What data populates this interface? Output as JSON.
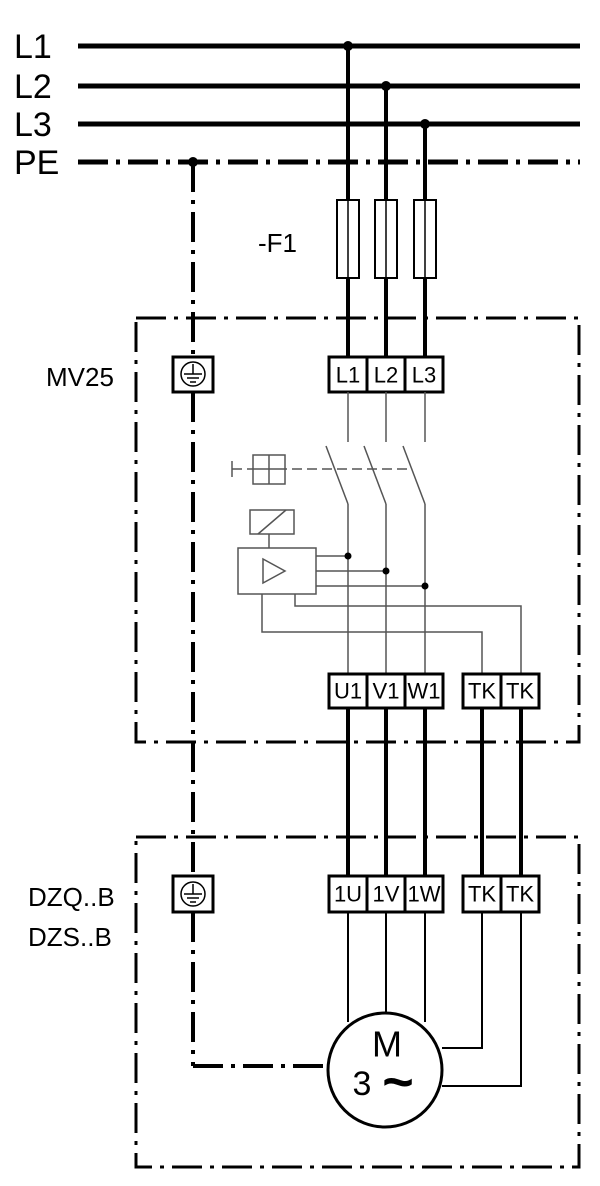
{
  "rails": {
    "l1": "L1",
    "l2": "L2",
    "l3": "L3",
    "pe": "PE"
  },
  "fuse": {
    "label": "-F1"
  },
  "switch_unit": {
    "label": "MV25",
    "input_terminals": [
      "L1",
      "L2",
      "L3"
    ],
    "output_terminals": [
      "U1",
      "V1",
      "W1",
      "TK",
      "TK"
    ]
  },
  "motor_unit": {
    "label_line1": "DZQ..B",
    "label_line2": "DZS..B",
    "terminals": [
      "1U",
      "1V",
      "1W",
      "TK",
      "TK"
    ],
    "motor_letter": "M",
    "motor_phase": "3",
    "motor_ac_symbol": "~"
  }
}
